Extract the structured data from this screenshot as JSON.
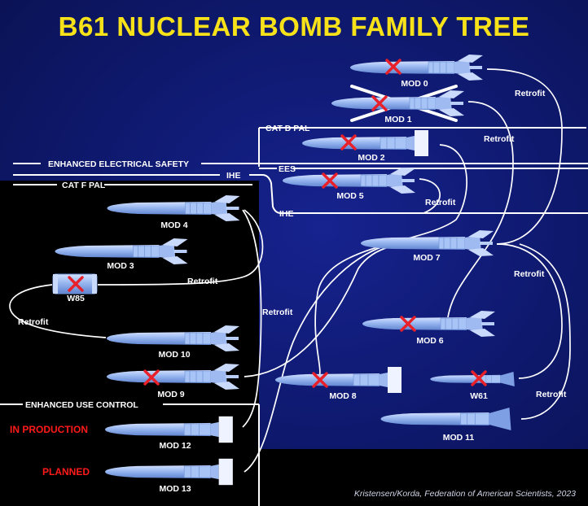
{
  "title": "B61 NUCLEAR BOMB FAMILY TREE",
  "section_labels": {
    "enhanced_electrical_safety": "ENHANCED ELECTRICAL SAFETY",
    "ihe_left": "IHE",
    "ees": "EES",
    "cat_d_pal": "CAT D PAL",
    "ihe_right": "IHE",
    "cat_f_pal": "CAT F PAL",
    "enhanced_use_control": "ENHANCED USE CONTROL"
  },
  "status_labels": {
    "in_production": "IN PRODUCTION",
    "planned": "PLANNED"
  },
  "retrofit_label": "Retrofit",
  "weapons": [
    {
      "id": "mod0",
      "name": "MOD 0",
      "retired": true
    },
    {
      "id": "mod1",
      "name": "MOD 1",
      "retired": true
    },
    {
      "id": "mod2",
      "name": "MOD 2",
      "retired": true
    },
    {
      "id": "mod5",
      "name": "MOD 5",
      "retired": true
    },
    {
      "id": "mod4",
      "name": "MOD 4",
      "retired": false
    },
    {
      "id": "mod3",
      "name": "MOD 3",
      "retired": false
    },
    {
      "id": "w85",
      "name": "W85",
      "retired": true
    },
    {
      "id": "mod10",
      "name": "MOD 10",
      "retired": false
    },
    {
      "id": "mod9",
      "name": "MOD 9",
      "retired": true
    },
    {
      "id": "mod7",
      "name": "MOD 7",
      "retired": false
    },
    {
      "id": "mod6",
      "name": "MOD 6",
      "retired": true
    },
    {
      "id": "mod8",
      "name": "MOD 8",
      "retired": true
    },
    {
      "id": "w61",
      "name": "W61",
      "retired": true
    },
    {
      "id": "mod11",
      "name": "MOD 11",
      "retired": false
    },
    {
      "id": "mod12",
      "name": "MOD 12",
      "retired": false
    },
    {
      "id": "mod13",
      "name": "MOD 13",
      "retired": false
    }
  ],
  "credit": "Kristensen/Korda, Federation of American Scientists, 2023",
  "colors": {
    "background": "#0f1a72",
    "title": "#f7e21a",
    "bomb_body": "#8fb2ef",
    "retired_x": "#e8202a",
    "status_text": "#ff1a1a",
    "line": "#ffffff"
  }
}
